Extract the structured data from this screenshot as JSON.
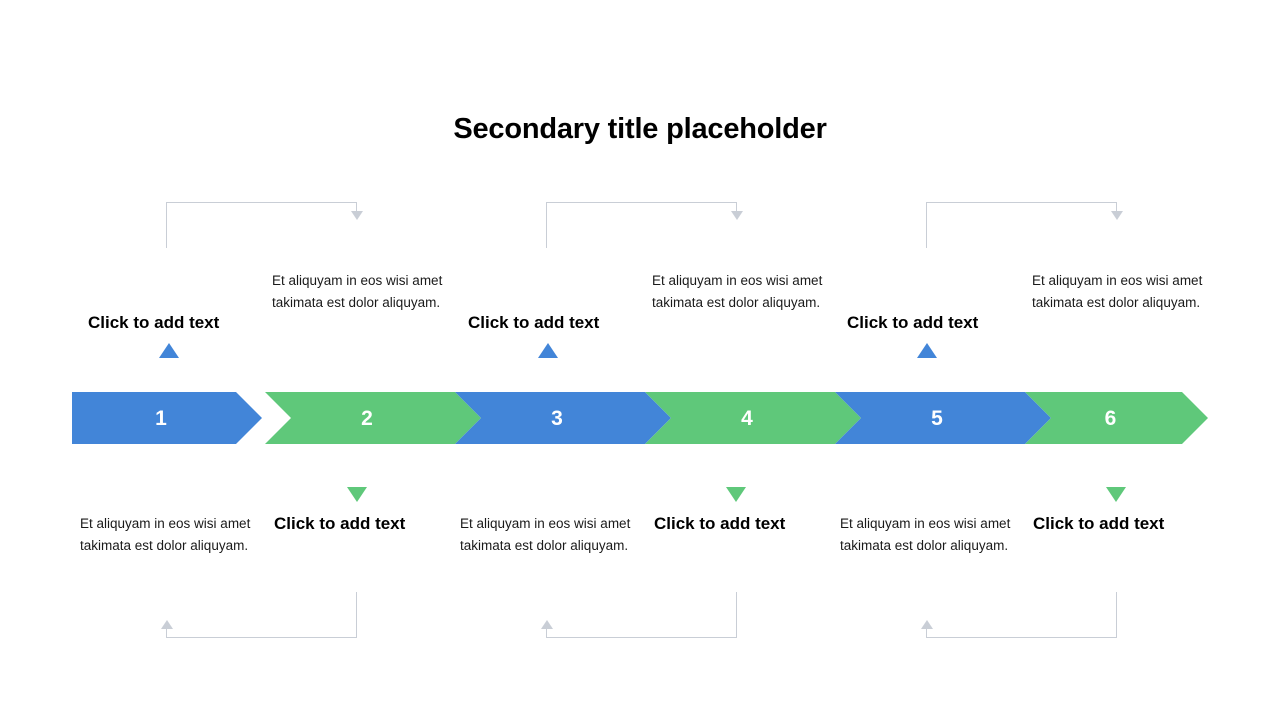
{
  "slide": {
    "title": "Secondary title placeholder",
    "background": "#ffffff",
    "colors": {
      "blue": "#4285d8",
      "green": "#5fc87a",
      "connector_grey": "#c9ced6",
      "text": "#000000"
    }
  },
  "steps": [
    {
      "number": "1",
      "color": "blue",
      "position": "top",
      "label": "Click to add text",
      "body": "Et aliquyam in eos wisi amet takimata est dolor aliquyam.",
      "marker_icon": "triangle-up-icon",
      "connector_icon": "elbow-connector-down-arrow-icon"
    },
    {
      "number": "2",
      "color": "green",
      "position": "bottom",
      "label": "Click to add text",
      "body": "Et aliquyam in eos wisi amet takimata est dolor aliquyam.",
      "marker_icon": "triangle-down-icon",
      "connector_icon": "elbow-connector-up-arrow-icon"
    },
    {
      "number": "3",
      "color": "blue",
      "position": "top",
      "label": "Click to add text",
      "body": "Et aliquyam in eos wisi amet takimata est dolor aliquyam.",
      "marker_icon": "triangle-up-icon",
      "connector_icon": "elbow-connector-down-arrow-icon"
    },
    {
      "number": "4",
      "color": "green",
      "position": "bottom",
      "label": "Click to add text",
      "body": "Et aliquyam in eos wisi amet takimata est dolor aliquyam.",
      "marker_icon": "triangle-down-icon",
      "connector_icon": "elbow-connector-up-arrow-icon"
    },
    {
      "number": "5",
      "color": "blue",
      "position": "top",
      "label": "Click to add text",
      "body": "Et aliquyam in eos wisi amet takimata est dolor aliquyam.",
      "marker_icon": "triangle-up-icon",
      "connector_icon": "elbow-connector-down-arrow-icon"
    },
    {
      "number": "6",
      "color": "green",
      "position": "bottom",
      "label": "Click to add text",
      "body": "Et aliquyam in eos wisi amet takimata est dolor aliquyam.",
      "marker_icon": "triangle-down-icon",
      "connector_icon": "elbow-connector-up-arrow-icon"
    }
  ]
}
